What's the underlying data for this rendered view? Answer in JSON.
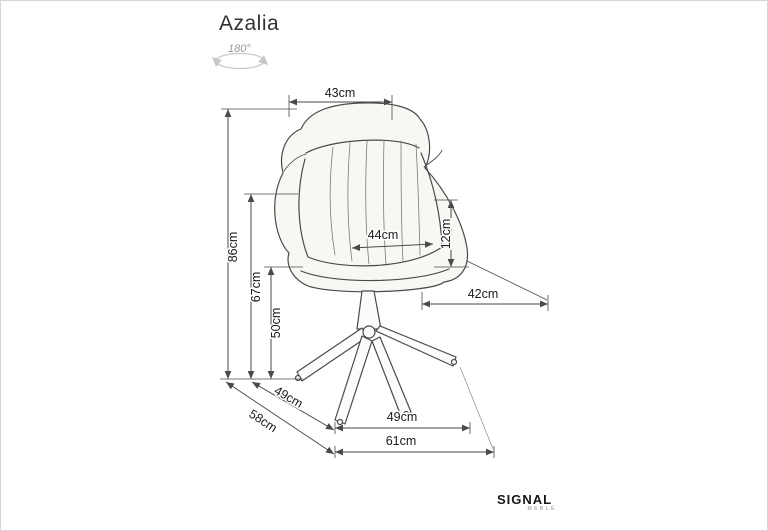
{
  "title": "Azalia",
  "rotation": {
    "label": "180°"
  },
  "brand": {
    "name": "SIGNAL",
    "tagline": "MEBLE"
  },
  "colors": {
    "sketch_line": "#4a4a4a",
    "dimension_text": "#1b1b1b"
  },
  "dims": {
    "top_width": "43cm",
    "overall_height": "86cm",
    "arm_height": "67cm",
    "seat_height": "50cm",
    "seat_width": "44cm",
    "back_pad": "12cm",
    "seat_depth": "42cm",
    "depth_upper": "49cm",
    "overall_depth": "58cm",
    "base_width": "49cm",
    "overall_width": "61cm"
  }
}
